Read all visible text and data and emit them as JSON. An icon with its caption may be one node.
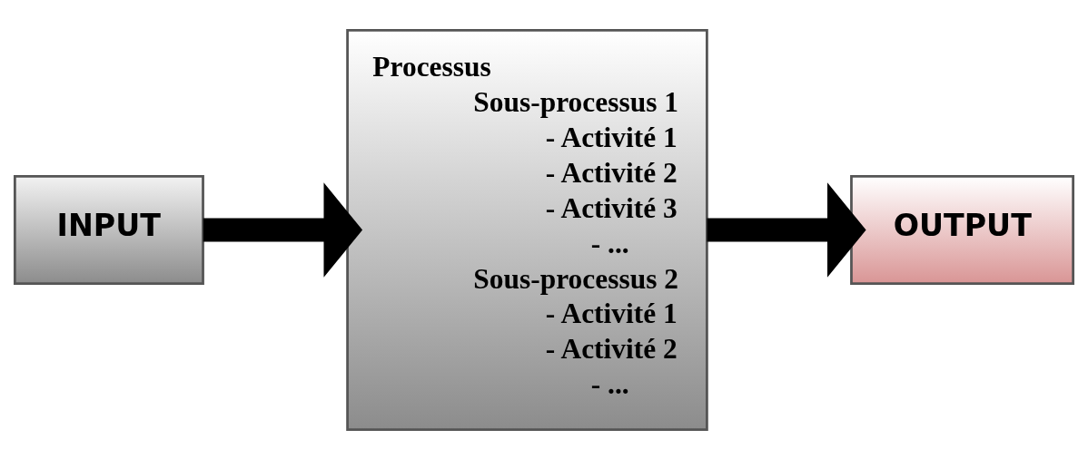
{
  "diagram": {
    "nodes": [
      {
        "text": [
          "INPUT"
        ]
      },
      {
        "text": [
          "Processus",
          "Sous-processus 1",
          "- Activité 1",
          "- Activité 2",
          "- Activité 3",
          "- ...",
          "Sous-processus 2",
          "- Activité 1",
          "- Activité 2",
          "- ..."
        ]
      },
      {
        "text": [
          "OUTPUT"
        ]
      }
    ],
    "edges": [
      {
        "from": 0,
        "to": 1,
        "arrow": "to"
      },
      {
        "from": 1,
        "to": 2,
        "arrow": "to"
      }
    ]
  }
}
